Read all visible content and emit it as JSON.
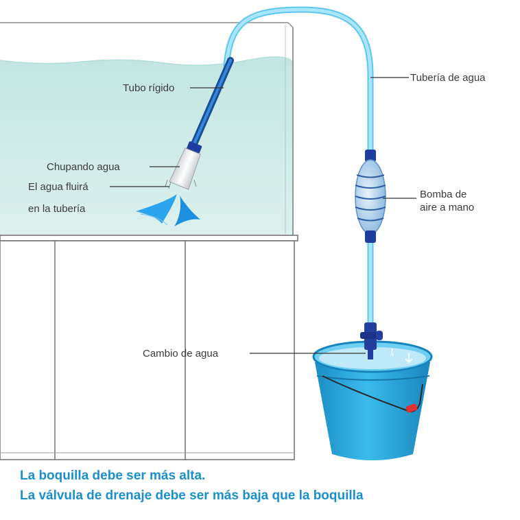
{
  "labels": {
    "tubo_rigido": "Tubo rígido",
    "chupando_agua": "Chupando agua",
    "agua_fluira_line1": "El agua fluirá",
    "agua_fluira_line2": "en la tubería",
    "tuberia_agua": "Tubería de agua",
    "bomba_line1": "Bomba de",
    "bomba_line2": "aire a mano",
    "cambio_agua": "Cambio de agua"
  },
  "notes": {
    "line1": "La boquilla debe ser más alta.",
    "line2": "La válvula de drenaje debe ser más baja que la boquilla"
  },
  "colors": {
    "note_text": "#1a8fc9",
    "water": "#d3eeeb",
    "hose": "#8fdcf7",
    "rigid_tube": "#1f63b5",
    "pump_bulb": "#9fc7e8",
    "pump_cap": "#1f3d9e",
    "bucket": "#27a8dd",
    "bucket_handle_grip": "#e03030"
  }
}
